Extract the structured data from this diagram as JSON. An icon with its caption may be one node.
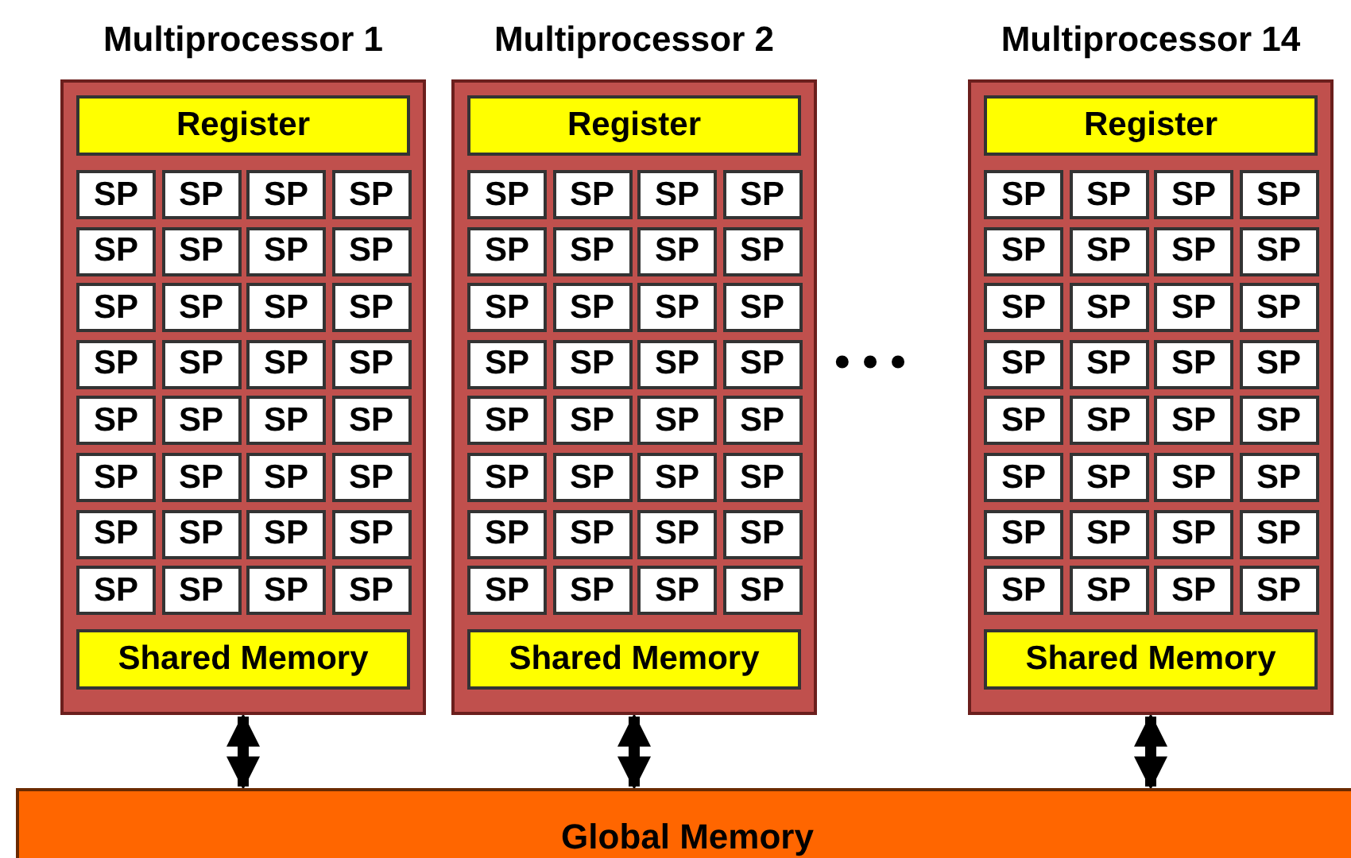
{
  "diagram": {
    "nodes": [
      {
        "text": [
          "Multiprocessor 1"
        ]
      },
      {
        "text": [
          "Register"
        ],
        "in": 0
      },
      {
        "text": [
          "SP"
        ],
        "in": 0
      },
      {
        "text": [
          "SP"
        ],
        "in": 0
      },
      {
        "text": [
          "SP"
        ],
        "in": 0
      },
      {
        "text": [
          "SP"
        ],
        "in": 0
      },
      {
        "text": [
          "SP"
        ],
        "in": 0
      },
      {
        "text": [
          "SP"
        ],
        "in": 0
      },
      {
        "text": [
          "SP"
        ],
        "in": 0
      },
      {
        "text": [
          "SP"
        ],
        "in": 0
      },
      {
        "text": [
          "SP"
        ],
        "in": 0
      },
      {
        "text": [
          "SP"
        ],
        "in": 0
      },
      {
        "text": [
          "SP"
        ],
        "in": 0
      },
      {
        "text": [
          "SP"
        ],
        "in": 0
      },
      {
        "text": [
          "SP"
        ],
        "in": 0
      },
      {
        "text": [
          "SP"
        ],
        "in": 0
      },
      {
        "text": [
          "SP"
        ],
        "in": 0
      },
      {
        "text": [
          "SP"
        ],
        "in": 0
      },
      {
        "text": [
          "SP"
        ],
        "in": 0
      },
      {
        "text": [
          "SP"
        ],
        "in": 0
      },
      {
        "text": [
          "SP"
        ],
        "in": 0
      },
      {
        "text": [
          "SP"
        ],
        "in": 0
      },
      {
        "text": [
          "SP"
        ],
        "in": 0
      },
      {
        "text": [
          "SP"
        ],
        "in": 0
      },
      {
        "text": [
          "SP"
        ],
        "in": 0
      },
      {
        "text": [
          "SP"
        ],
        "in": 0
      },
      {
        "text": [
          "SP"
        ],
        "in": 0
      },
      {
        "text": [
          "SP"
        ],
        "in": 0
      },
      {
        "text": [
          "SP"
        ],
        "in": 0
      },
      {
        "text": [
          "SP"
        ],
        "in": 0
      },
      {
        "text": [
          "SP"
        ],
        "in": 0
      },
      {
        "text": [
          "SP"
        ],
        "in": 0
      },
      {
        "text": [
          "SP"
        ],
        "in": 0
      },
      {
        "text": [
          "SP"
        ],
        "in": 0
      },
      {
        "text": [
          "Shared Memory"
        ],
        "in": 0
      },
      {
        "text": [
          "Multiprocessor 2"
        ]
      },
      {
        "text": [
          "Register"
        ],
        "in": 35
      },
      {
        "text": [
          "SP"
        ],
        "in": 35
      },
      {
        "text": [
          "SP"
        ],
        "in": 35
      },
      {
        "text": [
          "SP"
        ],
        "in": 35
      },
      {
        "text": [
          "SP"
        ],
        "in": 35
      },
      {
        "text": [
          "SP"
        ],
        "in": 35
      },
      {
        "text": [
          "SP"
        ],
        "in": 35
      },
      {
        "text": [
          "SP"
        ],
        "in": 35
      },
      {
        "text": [
          "SP"
        ],
        "in": 35
      },
      {
        "text": [
          "SP"
        ],
        "in": 35
      },
      {
        "text": [
          "SP"
        ],
        "in": 35
      },
      {
        "text": [
          "SP"
        ],
        "in": 35
      },
      {
        "text": [
          "SP"
        ],
        "in": 35
      },
      {
        "text": [
          "SP"
        ],
        "in": 35
      },
      {
        "text": [
          "SP"
        ],
        "in": 35
      },
      {
        "text": [
          "SP"
        ],
        "in": 35
      },
      {
        "text": [
          "SP"
        ],
        "in": 35
      },
      {
        "text": [
          "SP"
        ],
        "in": 35
      },
      {
        "text": [
          "SP"
        ],
        "in": 35
      },
      {
        "text": [
          "SP"
        ],
        "in": 35
      },
      {
        "text": [
          "SP"
        ],
        "in": 35
      },
      {
        "text": [
          "SP"
        ],
        "in": 35
      },
      {
        "text": [
          "SP"
        ],
        "in": 35
      },
      {
        "text": [
          "SP"
        ],
        "in": 35
      },
      {
        "text": [
          "SP"
        ],
        "in": 35
      },
      {
        "text": [
          "SP"
        ],
        "in": 35
      },
      {
        "text": [
          "SP"
        ],
        "in": 35
      },
      {
        "text": [
          "SP"
        ],
        "in": 35
      },
      {
        "text": [
          "SP"
        ],
        "in": 35
      },
      {
        "text": [
          "SP"
        ],
        "in": 35
      },
      {
        "text": [
          "SP"
        ],
        "in": 35
      },
      {
        "text": [
          "SP"
        ],
        "in": 35
      },
      {
        "text": [
          "SP"
        ],
        "in": 35
      },
      {
        "text": [
          "Shared Memory"
        ],
        "in": 35
      },
      {
        "text": [
          "Multiprocessor 14"
        ]
      },
      {
        "text": [
          "Register"
        ],
        "in": 70
      },
      {
        "text": [
          "SP"
        ],
        "in": 70
      },
      {
        "text": [
          "SP"
        ],
        "in": 70
      },
      {
        "text": [
          "SP"
        ],
        "in": 70
      },
      {
        "text": [
          "SP"
        ],
        "in": 70
      },
      {
        "text": [
          "SP"
        ],
        "in": 70
      },
      {
        "text": [
          "SP"
        ],
        "in": 70
      },
      {
        "text": [
          "SP"
        ],
        "in": 70
      },
      {
        "text": [
          "SP"
        ],
        "in": 70
      },
      {
        "text": [
          "SP"
        ],
        "in": 70
      },
      {
        "text": [
          "SP"
        ],
        "in": 70
      },
      {
        "text": [
          "SP"
        ],
        "in": 70
      },
      {
        "text": [
          "SP"
        ],
        "in": 70
      },
      {
        "text": [
          "SP"
        ],
        "in": 70
      },
      {
        "text": [
          "SP"
        ],
        "in": 70
      },
      {
        "text": [
          "SP"
        ],
        "in": 70
      },
      {
        "text": [
          "SP"
        ],
        "in": 70
      },
      {
        "text": [
          "SP"
        ],
        "in": 70
      },
      {
        "text": [
          "SP"
        ],
        "in": 70
      },
      {
        "text": [
          "SP"
        ],
        "in": 70
      },
      {
        "text": [
          "SP"
        ],
        "in": 70
      },
      {
        "text": [
          "SP"
        ],
        "in": 70
      },
      {
        "text": [
          "SP"
        ],
        "in": 70
      },
      {
        "text": [
          "SP"
        ],
        "in": 70
      },
      {
        "text": [
          "SP"
        ],
        "in": 70
      },
      {
        "text": [
          "SP"
        ],
        "in": 70
      },
      {
        "text": [
          "SP"
        ],
        "in": 70
      },
      {
        "text": [
          "SP"
        ],
        "in": 70
      },
      {
        "text": [
          "SP"
        ],
        "in": 70
      },
      {
        "text": [
          "SP"
        ],
        "in": 70
      },
      {
        "text": [
          "SP"
        ],
        "in": 70
      },
      {
        "text": [
          "SP"
        ],
        "in": 70
      },
      {
        "text": [
          "SP"
        ],
        "in": 70
      },
      {
        "text": [
          "Shared Memory"
        ],
        "in": 70
      },
      {
        "text": [
          "Global Memory"
        ]
      }
    ],
    "edges": [
      {
        "from": 0,
        "to": 105,
        "arrow": "both"
      },
      {
        "from": 35,
        "to": 105,
        "arrow": "both"
      },
      {
        "from": 70,
        "to": 105,
        "arrow": "both"
      }
    ],
    "labels": [
      "• • •"
    ]
  }
}
